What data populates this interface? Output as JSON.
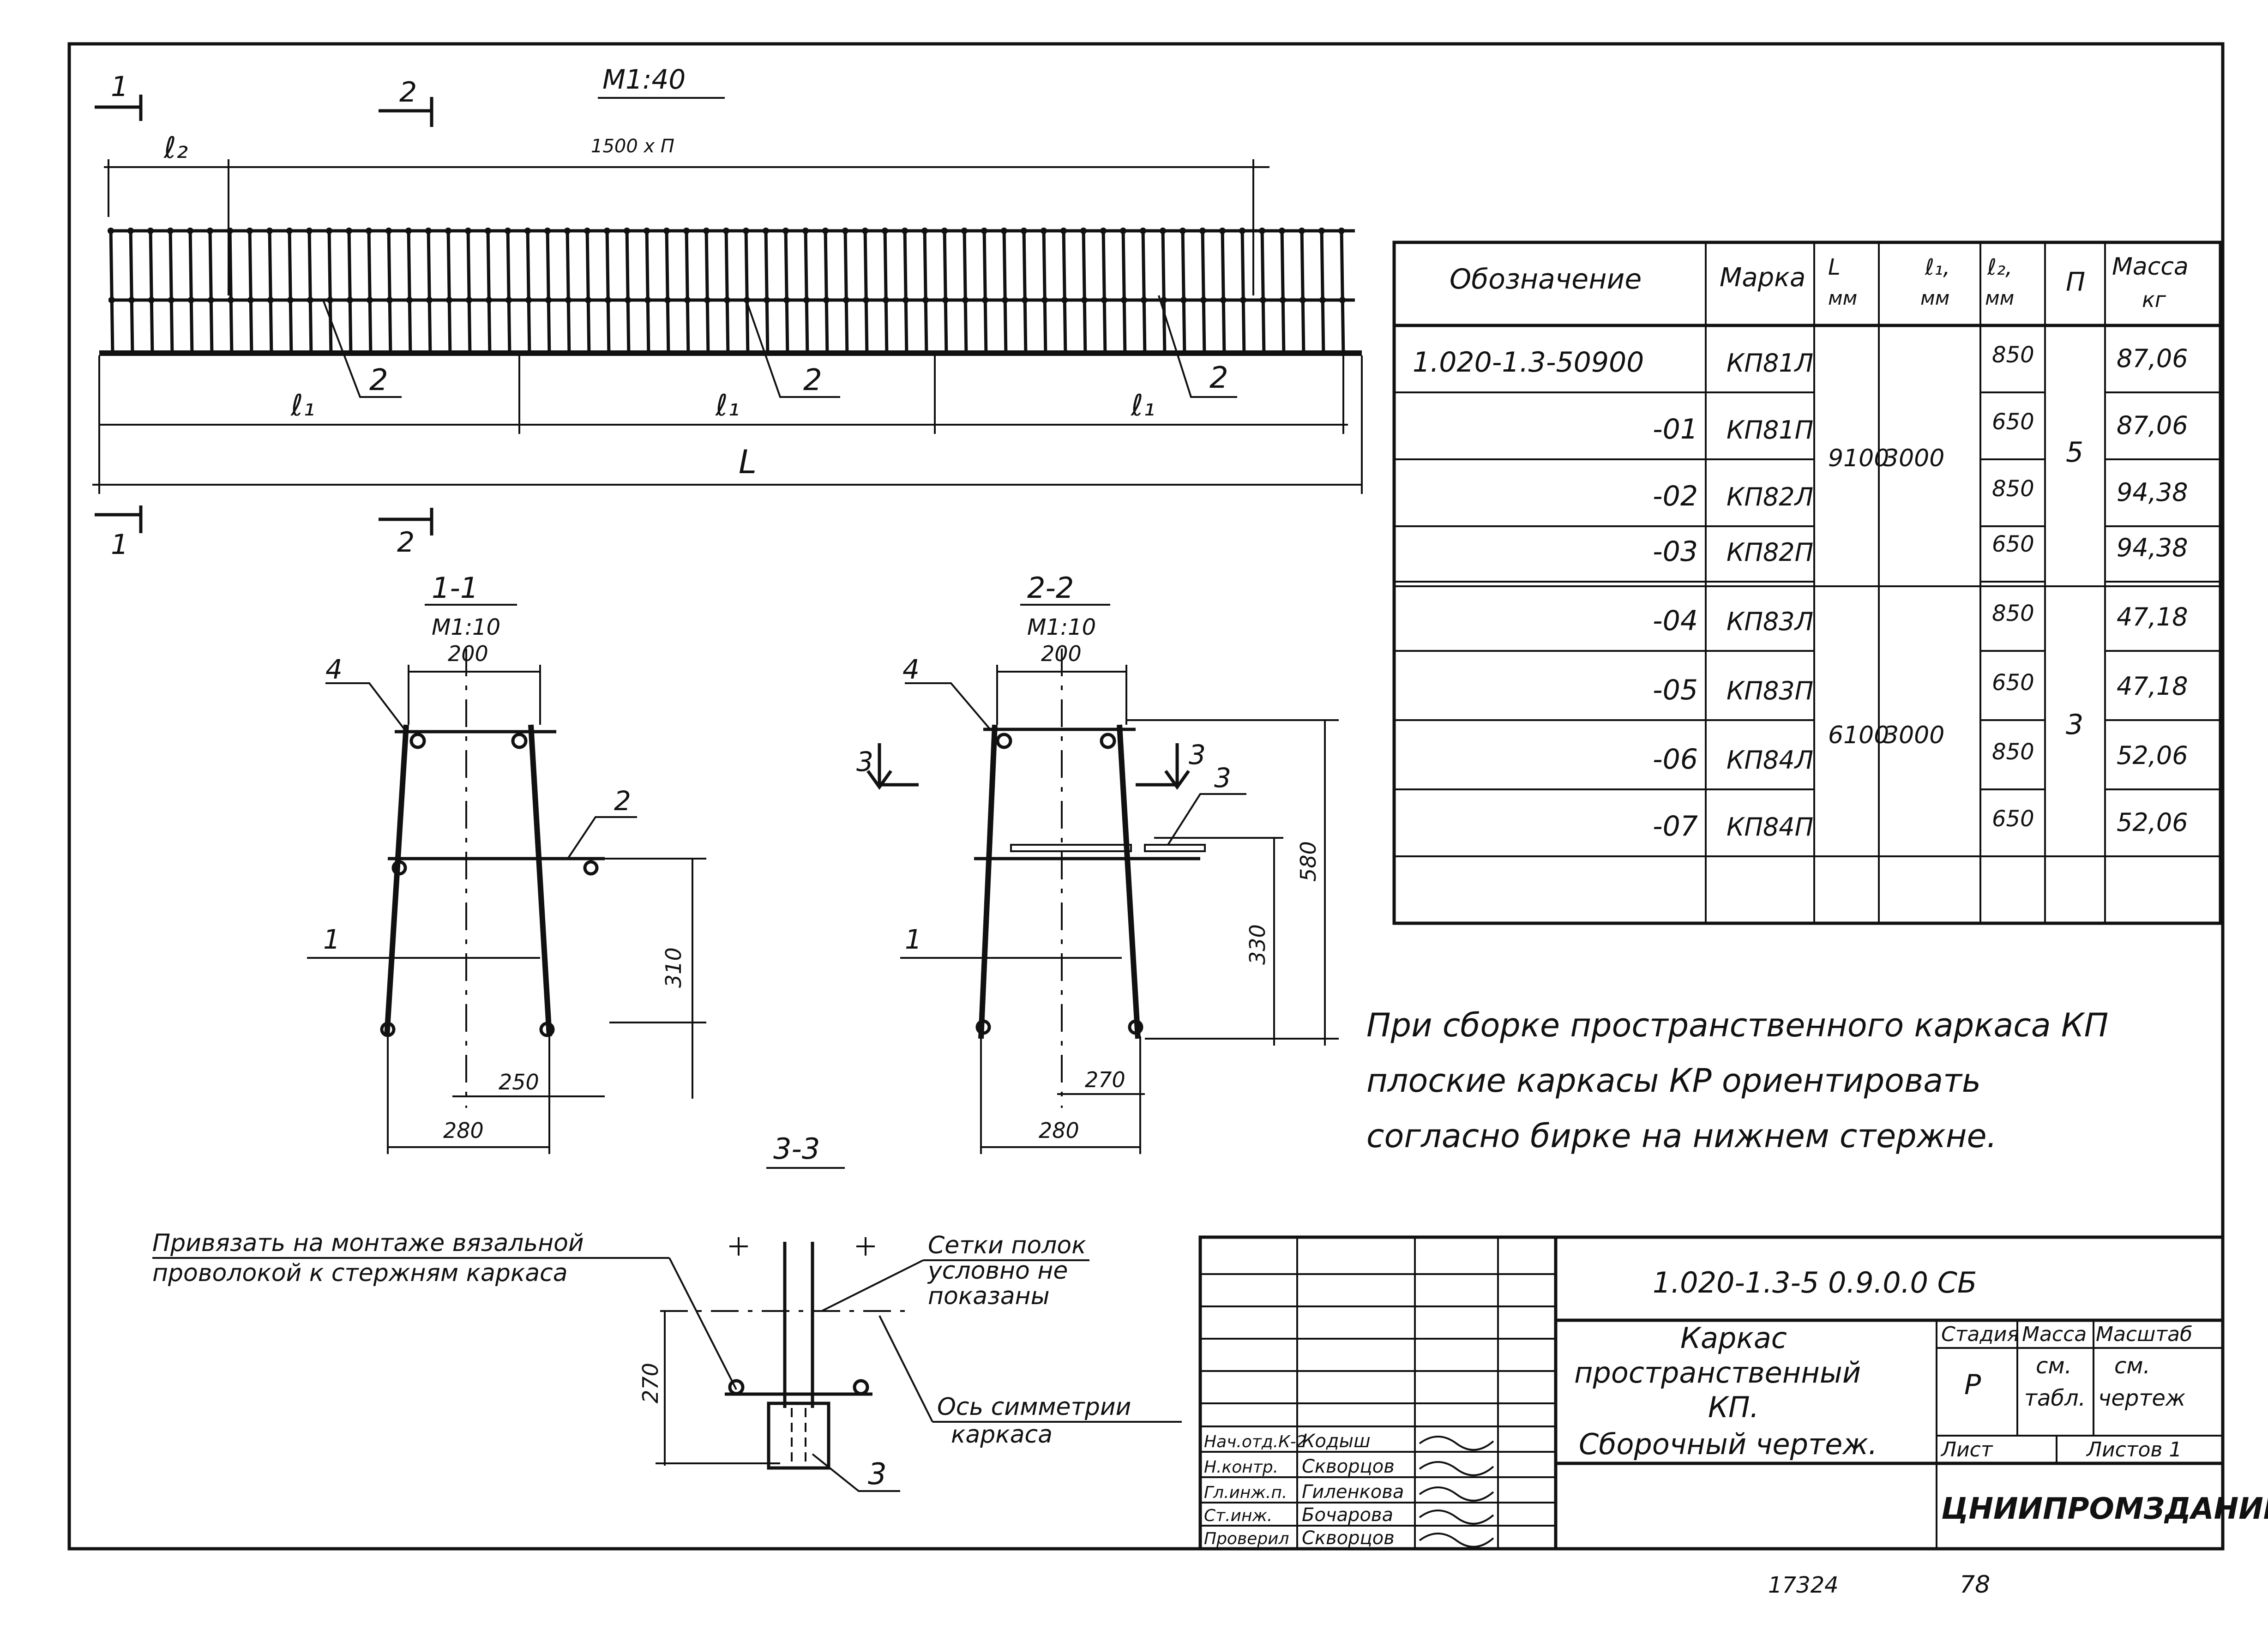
{
  "scale_main": "М1:40",
  "section_1_marker": "1",
  "section_2_marker": "2",
  "section_3_marker": "3",
  "span_label_l2": "ℓ₂",
  "span_label_l1": "ℓ₁",
  "total_length_label": "L",
  "span_dim_label": "1500 х П",
  "position_2": "2",
  "section_1_1": {
    "title": "1-1",
    "scale": "М1:10",
    "dim_top": "200",
    "dim_310": "310",
    "dim_250": "250",
    "dim_280": "280",
    "pos_4": "4",
    "pos_2": "2",
    "pos_1": "1"
  },
  "section_2_2": {
    "title": "2-2",
    "scale": "М1:10",
    "dim_top": "200",
    "dim_580": "580",
    "dim_330": "330",
    "dim_270": "270",
    "dim_280": "280",
    "pos_4": "4",
    "pos_3": "3",
    "pos_1": "1"
  },
  "section_3_3": {
    "title": "3-3",
    "dim_270": "270",
    "pos_3": "3",
    "note_tie_1": "Привязать на монтаже вязальной",
    "note_tie_2": "проволокой к стержням каркаса",
    "note_mesh_1": "Сетки полок",
    "note_mesh_2": "условно не",
    "note_mesh_3": "показаны",
    "note_axis_1": "Ось симметрии",
    "note_axis_2": "каркаса"
  },
  "table": {
    "headers": [
      "Обозначение",
      "Марка",
      "L мм",
      "ℓ₁, мм",
      "ℓ₂, мм",
      "П",
      "Масса кг"
    ],
    "rows": [
      {
        "designation": "1.020-1.3-50900",
        "mark": "КП81Л",
        "l2": "850",
        "mass": "87,06"
      },
      {
        "designation": "-01",
        "mark": "КП81П",
        "l2": "650",
        "mass": "87,06"
      },
      {
        "designation": "-02",
        "mark": "КП82Л",
        "l2": "850",
        "mass": "94,38"
      },
      {
        "designation": "-03",
        "mark": "КП82П",
        "l2": "650",
        "mass": "94,38"
      },
      {
        "designation": "-04",
        "mark": "КП83Л",
        "l2": "850",
        "mass": "47,18"
      },
      {
        "designation": "-05",
        "mark": "КП83П",
        "l2": "650",
        "mass": "47,18"
      },
      {
        "designation": "-06",
        "mark": "КП84Л",
        "l2": "850",
        "mass": "52,06"
      },
      {
        "designation": "-07",
        "mark": "КП84П",
        "l2": "650",
        "mass": "52,06"
      }
    ],
    "group_a": {
      "L": "9100",
      "l1": "3000",
      "n": "5"
    },
    "group_b": {
      "L": "6100",
      "l1": "3000",
      "n": "3"
    }
  },
  "note": {
    "line1": "При сборке пространственного каркаса КП",
    "line2": "плоские каркасы КР ориентировать",
    "line3": "согласно бирке на нижнем стержне."
  },
  "title_block": {
    "doc_code": "1.020-1.3-5 0.9.0.0 СБ",
    "title_1": "Каркас",
    "title_2": "пространственный",
    "title_3": "КП.",
    "title_4": "Сборочный чертеж.",
    "stage_label": "Стадия",
    "mass_label": "Масса",
    "scale_label": "Масштаб",
    "stage": "Р",
    "mass_1": "см.",
    "mass_2": "табл.",
    "scale_1": "см.",
    "scale_2": "чертеж",
    "sheet_label": "Лист",
    "sheets_label": "Листов 1",
    "organization": "ЦНИИПРОМЗДАНИЙ",
    "staff": [
      {
        "role": "Нач.отд.К-2",
        "name": "Кодыш"
      },
      {
        "role": "Н.контр.",
        "name": "Скворцов"
      },
      {
        "role": "Гл.инж.п.",
        "name": "Гиленкова"
      },
      {
        "role": "Ст.инж.",
        "name": "Бочарова"
      },
      {
        "role": "Проверил",
        "name": "Скворцов"
      }
    ]
  },
  "footer": {
    "inv": "17324",
    "page": "78"
  }
}
